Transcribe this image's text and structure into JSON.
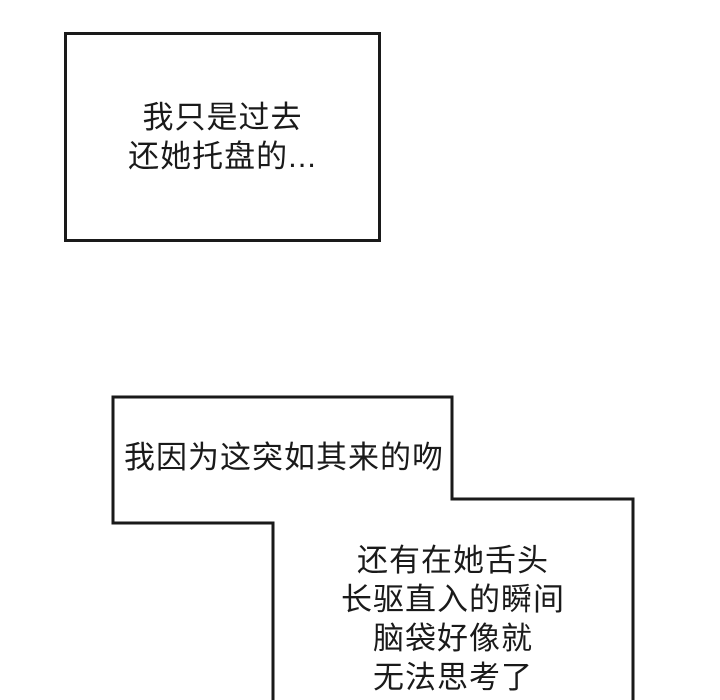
{
  "page": {
    "background_color": "#ffffff",
    "ink_color": "#1a1a1a"
  },
  "panels": {
    "top_caption": {
      "lines": [
        "我只是过去",
        "还她托盘的..."
      ]
    },
    "bottom_caption": {
      "intro_line": "我因为这突如其来的吻",
      "lines": [
        "还有在她舌头",
        "长驱直入的瞬间",
        "脑袋好像就",
        "无法思考了"
      ]
    }
  }
}
